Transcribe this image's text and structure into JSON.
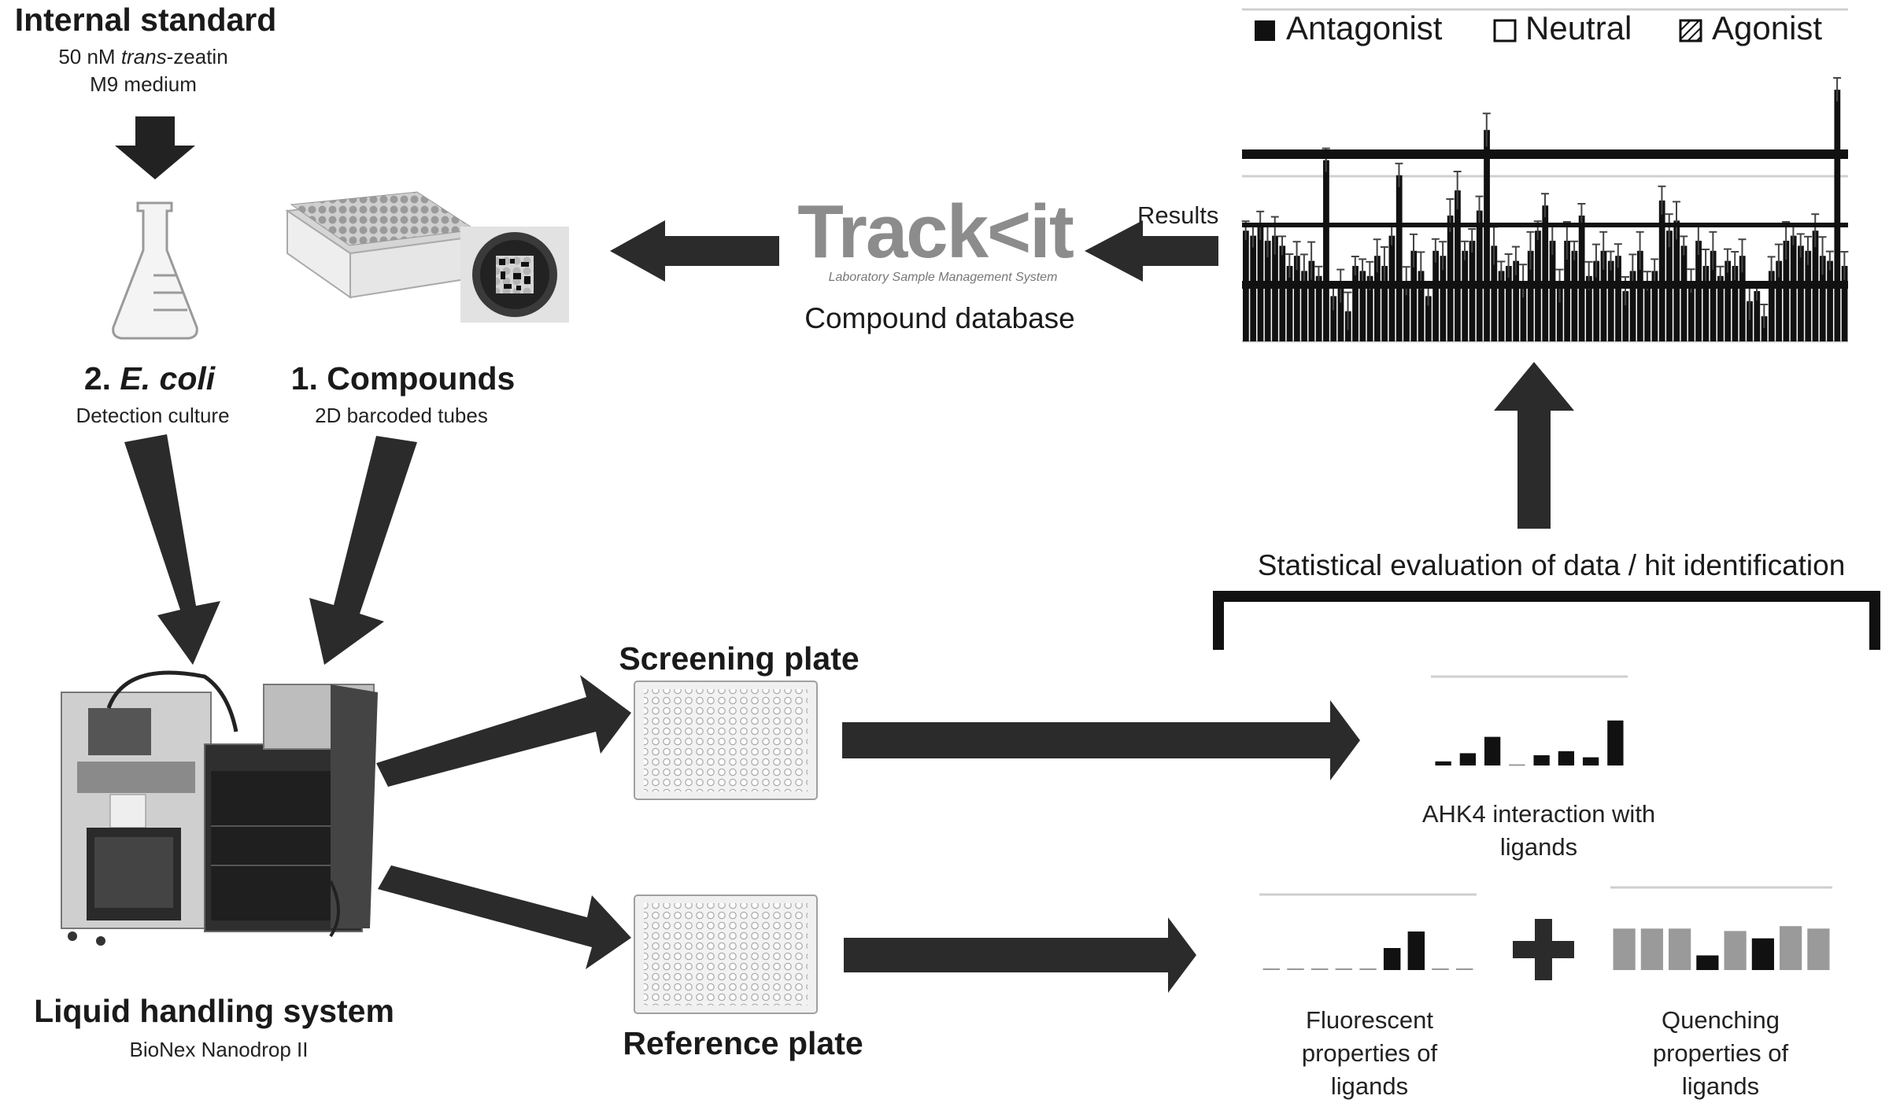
{
  "internal_standard": {
    "title": "Internal standard",
    "line1_prefix": "50 nM ",
    "line1_italic": "trans",
    "line1_suffix": "-zeatin",
    "line2": "M9 medium"
  },
  "ecoli": {
    "number": "2. ",
    "name_italic": "E. coli",
    "subtitle": "Detection culture"
  },
  "compounds": {
    "title": "1. Compounds",
    "subtitle": "2D barcoded tubes"
  },
  "database": {
    "logo_text": "Track<it",
    "logo_tagline": "Laboratory Sample Management System",
    "label": "Compound database",
    "results_label": "Results"
  },
  "legend": {
    "items": [
      {
        "label": "Antagonist",
        "swatch": "filled"
      },
      {
        "label": "Neutral",
        "swatch": "empty"
      },
      {
        "label": "Agonist",
        "swatch": "hatched"
      }
    ]
  },
  "liquid_handling": {
    "title": "Liquid handling system",
    "subtitle": "BioNex Nanodrop II"
  },
  "plates": {
    "screening": "Screening plate",
    "reference": "Reference plate"
  },
  "statistics_label": "Statistical evaluation of data / hit identification",
  "ahk4_label": "AHK4 interaction with ligands",
  "fluorescent_label": "Fluorescent properties of ligands",
  "quenching_label": "Quenching properties of ligands",
  "colors": {
    "arrow": "#2b2b2b",
    "bar_dark": "#111111",
    "bar_gray": "#9a9a9a",
    "axis_line": "#cfcfcf",
    "logo_gray": "#8c8c8c"
  },
  "chart_data": [
    {
      "type": "bar",
      "description_role": "results",
      "series": [
        {
          "name": "Antagonist",
          "values": [
            0.22,
            0.21,
            0.23,
            0.2,
            0.21,
            0.19,
            0.15,
            0.17,
            0.14,
            0.16,
            0.13,
            0.36,
            0.09,
            0.11,
            0.06,
            0.15,
            0.14,
            0.13,
            0.17,
            0.15,
            0.21,
            0.33,
            0.12,
            0.18,
            0.14,
            0.09,
            0.18,
            0.17,
            0.25,
            0.3,
            0.18,
            0.2,
            0.26,
            0.42,
            0.19,
            0.14,
            0.15,
            0.16,
            0.12,
            0.18,
            0.22,
            0.27,
            0.2,
            0.11,
            0.2,
            0.18,
            0.25,
            0.13,
            0.16,
            0.18,
            0.16,
            0.17,
            0.1,
            0.14,
            0.18,
            0.12,
            0.14,
            0.28,
            0.22,
            0.24,
            0.19,
            0.12,
            0.2,
            0.15,
            0.18,
            0.13,
            0.16,
            0.15,
            0.17,
            0.08,
            0.1,
            0.05,
            0.14,
            0.16,
            0.2,
            0.21,
            0.19,
            0.18,
            0.22,
            0.17,
            0.16,
            0.5,
            0.15
          ]
        }
      ],
      "error_bars": true,
      "reference_lines": [
        0.66,
        0.16,
        -0.16
      ]
    },
    {
      "type": "bar",
      "description_role": "ahk4",
      "values": [
        1,
        3,
        7,
        0.3,
        2.5,
        3.5,
        2,
        11
      ]
    },
    {
      "type": "bar",
      "description_role": "fluorescent",
      "values": [
        0.3,
        0.3,
        0.3,
        0.3,
        0.3,
        4,
        7,
        0.3,
        0.3
      ]
    },
    {
      "type": "bar",
      "description_role": "quenching",
      "values": [
        8.5,
        8.5,
        8.5,
        3,
        8,
        6.5,
        9,
        8.5
      ],
      "colors": [
        "gray",
        "gray",
        "gray",
        "dark",
        "gray",
        "dark",
        "gray",
        "gray"
      ]
    }
  ]
}
